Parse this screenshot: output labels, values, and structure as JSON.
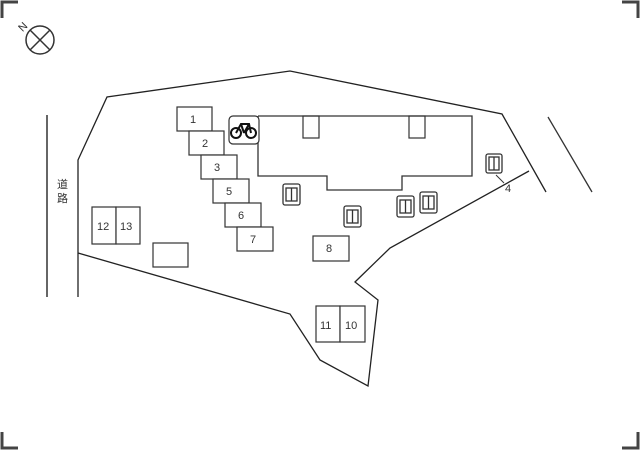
{
  "diagram": {
    "type": "site-plan",
    "road_label": "道路",
    "compass": {
      "label": "N",
      "icon": "north-compass-icon"
    },
    "colors": {
      "line": "#222222",
      "background": "#ffffff",
      "slot_fill": "#ffffff"
    },
    "parking_slots": [
      {
        "id": "1",
        "label": "1"
      },
      {
        "id": "2",
        "label": "2"
      },
      {
        "id": "3",
        "label": "3"
      },
      {
        "id": "5",
        "label": "5"
      },
      {
        "id": "6",
        "label": "6"
      },
      {
        "id": "7",
        "label": "7"
      },
      {
        "id": "8",
        "label": "8"
      },
      {
        "id": "10",
        "label": "10"
      },
      {
        "id": "11",
        "label": "11"
      },
      {
        "id": "12",
        "label": "12"
      },
      {
        "id": "13",
        "label": "13"
      }
    ],
    "callout_label": "4",
    "bicycle_parking": {
      "icon": "bicycle-icon"
    },
    "building": {
      "name": "main-building"
    }
  }
}
